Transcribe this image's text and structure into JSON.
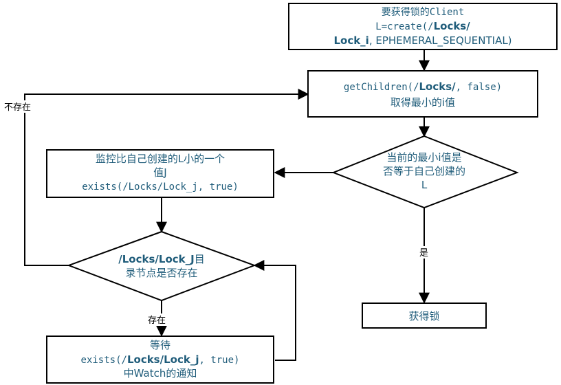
{
  "colors": {
    "text": "#1f5c7a",
    "line": "#000000"
  },
  "nodes": {
    "create": {
      "line1": "要获得锁的Client",
      "line2_prefix": "L=create(/",
      "line2_bold": "Locks/",
      "line3_bold": "Lock_i",
      "line3_suffix": ", EPHEMERAL_SEQUENTIAL)"
    },
    "getchildren": {
      "line1_prefix": "getChildren(/",
      "line1_bold": "Locks/",
      "line1_suffix": ", false)",
      "line2": "取得最小的i值"
    },
    "compare": {
      "line1": "当前的最小i值是",
      "line2": "否等于自己创建的",
      "line3": "L"
    },
    "watch_prev": {
      "line1": "监控比自己创建的L小的一个",
      "line2": "值J",
      "line3": "exists(/Locks/Lock_j, true)"
    },
    "exists_check": {
      "line1_bold": "/Locks/Lock_J",
      "line1_suffix": "目",
      "line2": "录节点是否存在"
    },
    "acquire": {
      "label": "获得锁"
    },
    "wait": {
      "line1": "等待",
      "line2_prefix": "exists(/",
      "line2_bold": "Locks/Lock_j",
      "line2_suffix": ", true)",
      "line3": "中Watch的通知"
    }
  },
  "edge_labels": {
    "not_exist": "不存在",
    "yes": "是",
    "exists": "存在"
  }
}
